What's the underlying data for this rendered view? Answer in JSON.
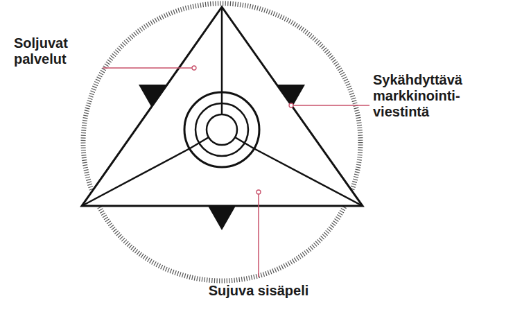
{
  "diagram": {
    "labels": [
      "Soljuvat palvelut",
      "Sykähdyttävä markkinointi- viestintä",
      "Sujuva sisäpeli"
    ]
  }
}
